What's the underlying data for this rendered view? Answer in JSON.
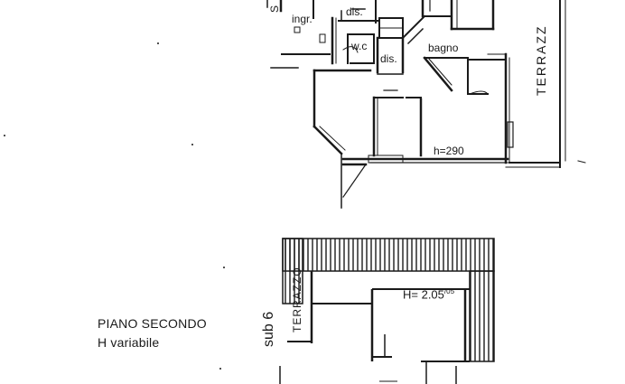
{
  "floor_note": {
    "title": "PIANO SECONDO",
    "subtitle": "H variabile"
  },
  "upper_plan": {
    "rooms": {
      "ingresso": "ingr.",
      "disimpegno_top": "dis.",
      "wc": "w.c",
      "disimpegno": "dis.",
      "bagno": "bagno"
    },
    "height_label": "h=290",
    "terrace_label": "TERRAZZ",
    "edge_label": "S"
  },
  "lower_plan": {
    "height_label_main": "H= 2.05",
    "height_label_sup": "/05",
    "terrace_label": "TERRAZZO",
    "sub_label": "sub 6"
  },
  "colors": {
    "ink": "#1a1a1a",
    "paper": "#ffffff"
  }
}
